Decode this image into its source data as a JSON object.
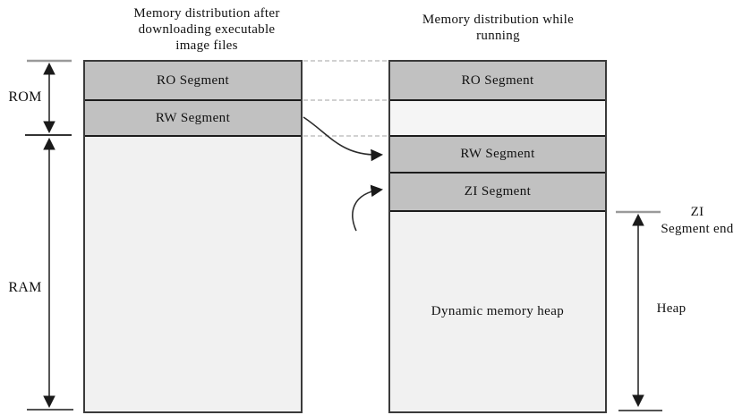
{
  "left_panel": {
    "title_lines": [
      "Memory distribution after",
      "downloading executable",
      "image files"
    ],
    "segments": [
      {
        "label": "RO Segment"
      },
      {
        "label": "RW Segment"
      }
    ]
  },
  "right_panel": {
    "title_lines": [
      "Memory distribution while",
      "running"
    ],
    "segments": [
      {
        "label": "RO Segment"
      },
      {
        "label": "RW Segment"
      },
      {
        "label": "ZI Segment"
      }
    ],
    "heap_label": "Dynamic memory heap"
  },
  "side_labels": {
    "rom": "ROM",
    "ram": "RAM",
    "heap": "Heap",
    "zi_end_lines": [
      "ZI",
      "Segment end"
    ]
  },
  "colors": {
    "segment_fill": "#c1c1c1",
    "light_fill": "#f1f1f1",
    "gap_fill": "#f5f5f5",
    "border": "#3a3a3a",
    "dashed_line": "#c2c2c2",
    "background": "#ffffff",
    "arrow": "#2b2b2b",
    "tick_gray": "#9a9a9a",
    "tick_dark": "#1a1a1a"
  }
}
